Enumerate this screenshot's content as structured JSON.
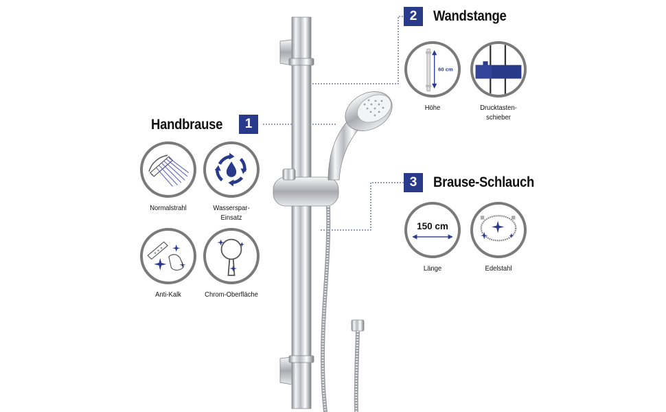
{
  "sections": {
    "handbrause": {
      "number": "1",
      "title": "Handbrause"
    },
    "wandstange": {
      "number": "2",
      "title": "Wandstange"
    },
    "schlauch": {
      "number": "3",
      "title": "Brause-Schlauch"
    }
  },
  "features": {
    "normalstrahl": "Normalstrahl",
    "wasserspar_1": "Wasserspar-",
    "wasserspar_2": "Einsatz",
    "antikalk": "Anti-Kalk",
    "chrom": "Chrom-Oberfläche",
    "hoehe": "Höhe",
    "hoehe_value": "60 cm",
    "druck_1": "Drucktasten-",
    "druck_2": "schieber",
    "laenge": "Länge",
    "laenge_value": "150 cm",
    "edelstahl": "Edelstahl"
  },
  "colors": {
    "accent": "#2a3a8a",
    "ring": "#7a7a7a",
    "chrome": "#c9ccd1"
  }
}
